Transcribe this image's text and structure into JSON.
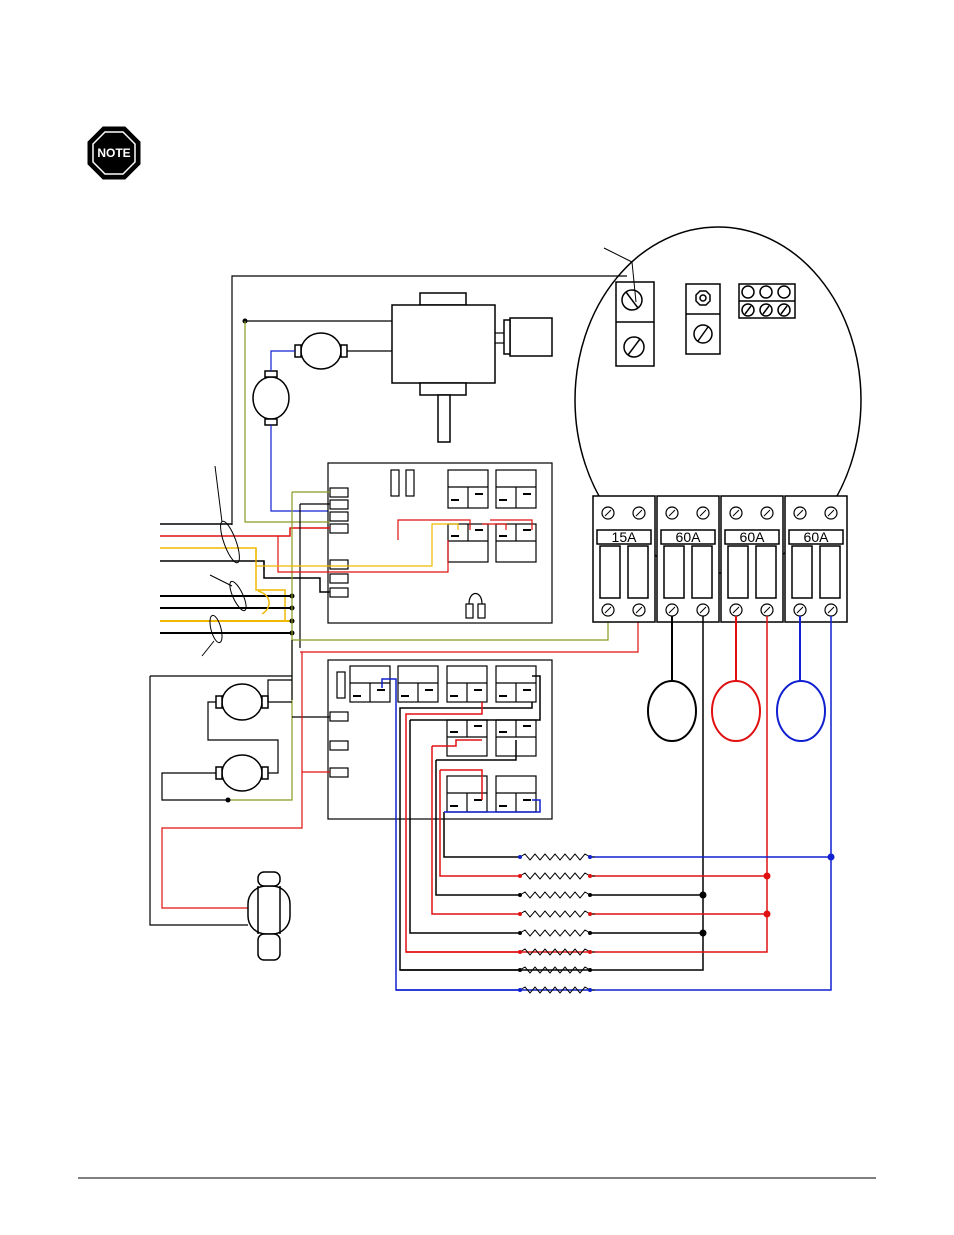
{
  "note_badge": {
    "label": "NOTE"
  },
  "breakers": [
    {
      "rating": "15A"
    },
    {
      "rating": "60A"
    },
    {
      "rating": "60A"
    },
    {
      "rating": "60A"
    }
  ],
  "colors": {
    "black": "#000000",
    "red": "#e01010",
    "blue": "#1020d0",
    "yellow": "#f0b800",
    "green": "#8a9a20"
  }
}
